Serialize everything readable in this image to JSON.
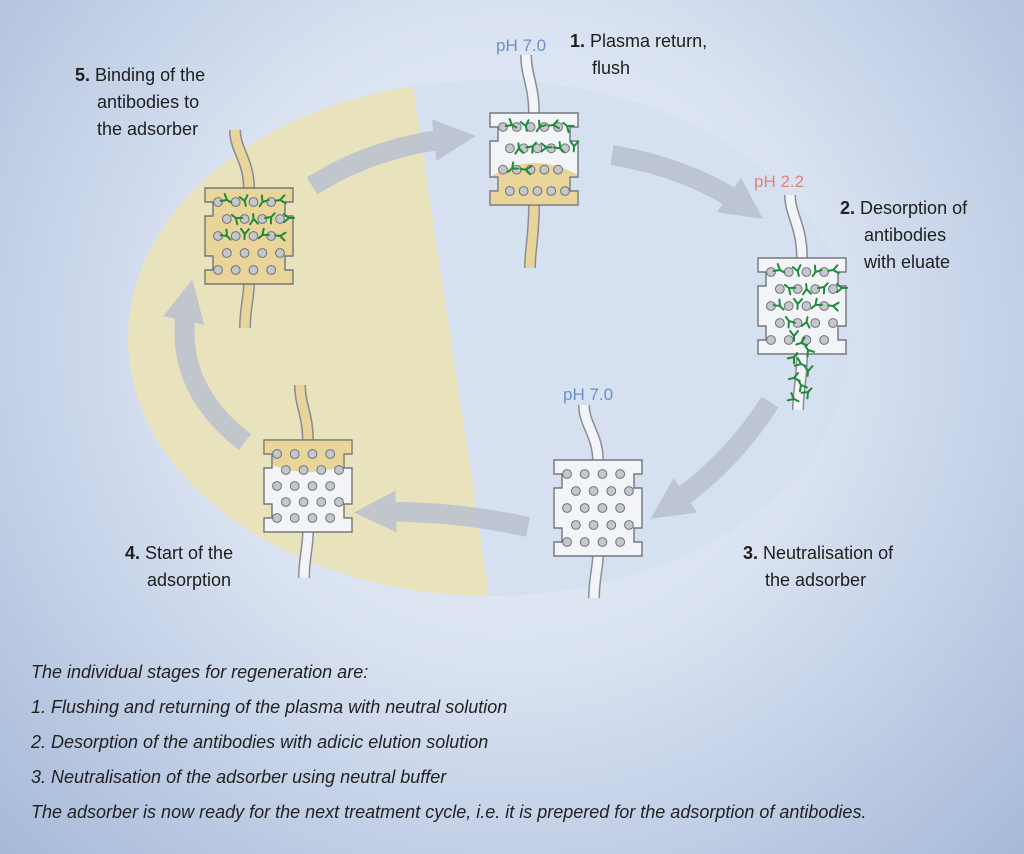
{
  "colors": {
    "neutral_ph": "#6f8fc8",
    "acidic_ph": "#e0827a",
    "plasma": "#e9d49a",
    "antibody": "#1f8a3b",
    "bead": "#c4c7cc",
    "column": "#f2f4f8"
  },
  "stages": [
    {
      "number": "1.",
      "line1": "Plasma return,",
      "line2": "flush",
      "line3": "",
      "ph": "pH 7.0"
    },
    {
      "number": "2.",
      "line1": "Desorption of",
      "line2": "antibodies",
      "line3": "with eluate",
      "ph": "pH 2.2"
    },
    {
      "number": "3.",
      "line1": "Neutralisation of",
      "line2": "the adsorber",
      "line3": "",
      "ph": "pH 7.0"
    },
    {
      "number": "4.",
      "line1": "Start of the",
      "line2": "adsorption",
      "line3": "",
      "ph": ""
    },
    {
      "number": "5.",
      "line1": "Binding of the",
      "line2": "antibodies to",
      "line3": "the adsorber",
      "ph": ""
    }
  ],
  "caption": {
    "intro": "The individual stages for regeneration are:",
    "steps": [
      "1. Flushing and returning of the plasma with neutral solution",
      "2. Desorption of the antibodies with adicic elution solution",
      "3. Neutralisation of the adsorber using neutral buffer"
    ],
    "conclusion": "The adsorber is now ready for the next treatment cycle, i.e. it is prepered for the adsorption of antibodies."
  }
}
